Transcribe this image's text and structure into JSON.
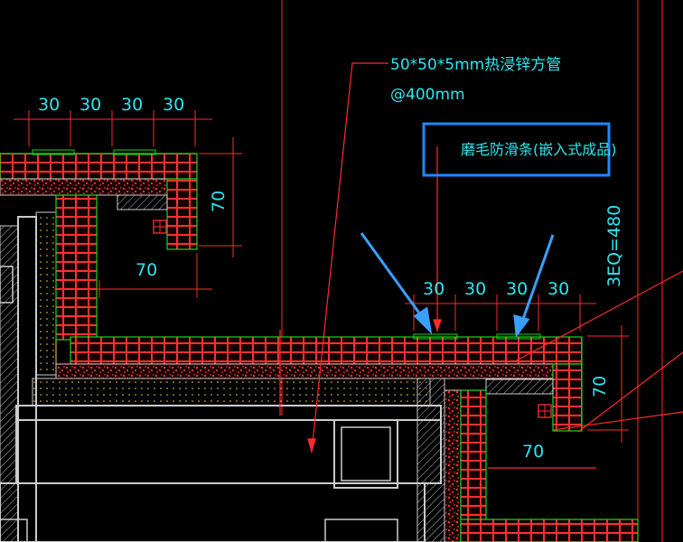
{
  "annotations": {
    "pipe_spec": "50*50*5mm热浸锌方管",
    "pipe_spacing": "@400mm",
    "antislip_strip": "磨毛防滑条(嵌入式成品)",
    "eq_spacing": "3EQ=480"
  },
  "dimensions": {
    "top_left_spacing": [
      "30",
      "30",
      "30",
      "30"
    ],
    "top_left_height": "70",
    "top_left_width": "70",
    "right_spacing": [
      "30",
      "30",
      "30",
      "30"
    ],
    "right_height": "70",
    "right_width": "70"
  },
  "colors": {
    "background": "#000000",
    "dimension_text": "#2ee6f0",
    "leader_line": "#ff2a2a",
    "outline": "#18d818",
    "hatch_red": "#ff3030",
    "highlight_box": "#1e88ff",
    "arrow": "#3aa0ff",
    "structure": "#ffffff"
  }
}
